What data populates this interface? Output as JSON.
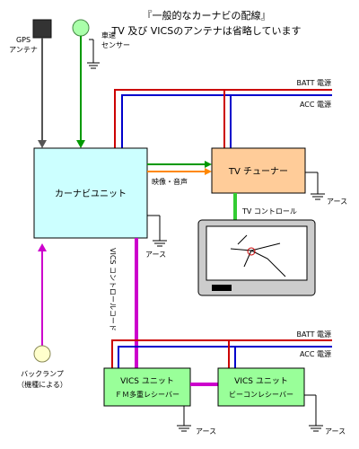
{
  "header": {
    "title": "『一般的なカーナビの配線』",
    "subtitle": "TV 及び VICSのアンテナは省略しています"
  },
  "labels": {
    "gps_antenna": [
      "GPS",
      "アンテナ"
    ],
    "speed_sensor": [
      "車速",
      "センサー"
    ],
    "batt_top": "BATT 電源",
    "acc_top": "ACC 電源",
    "navi_unit": "カーナビユニット",
    "av_signal": "映像・音声",
    "tv_tuner": "TV チューナー",
    "earth_tuner": "アース",
    "tv_control": "TV コントロール",
    "earth_navi": "アース",
    "vics_control_code": "VICS コントロールコード",
    "back_lamp": [
      "バックランプ",
      "（機種による）"
    ],
    "batt_bottom": "BATT 電源",
    "acc_bottom": "ACC 電源",
    "vics_fm": [
      "VICS ユニット",
      "ＦＭ多重レシーバー"
    ],
    "vics_beacon": [
      "VICS ユニット",
      "ビーコンレシーバー"
    ],
    "earth_fm": "アース",
    "earth_beacon": "アース"
  },
  "colors": {
    "batt_line": "#cc0000",
    "acc_line": "#0000cc",
    "speed_line": "#009900",
    "tv_control_line": "#33cc33",
    "vics_line": "#cc00cc",
    "navi_fill": "#ccffff",
    "tuner_fill": "#ffcc99",
    "vics_fill": "#99ff99"
  }
}
